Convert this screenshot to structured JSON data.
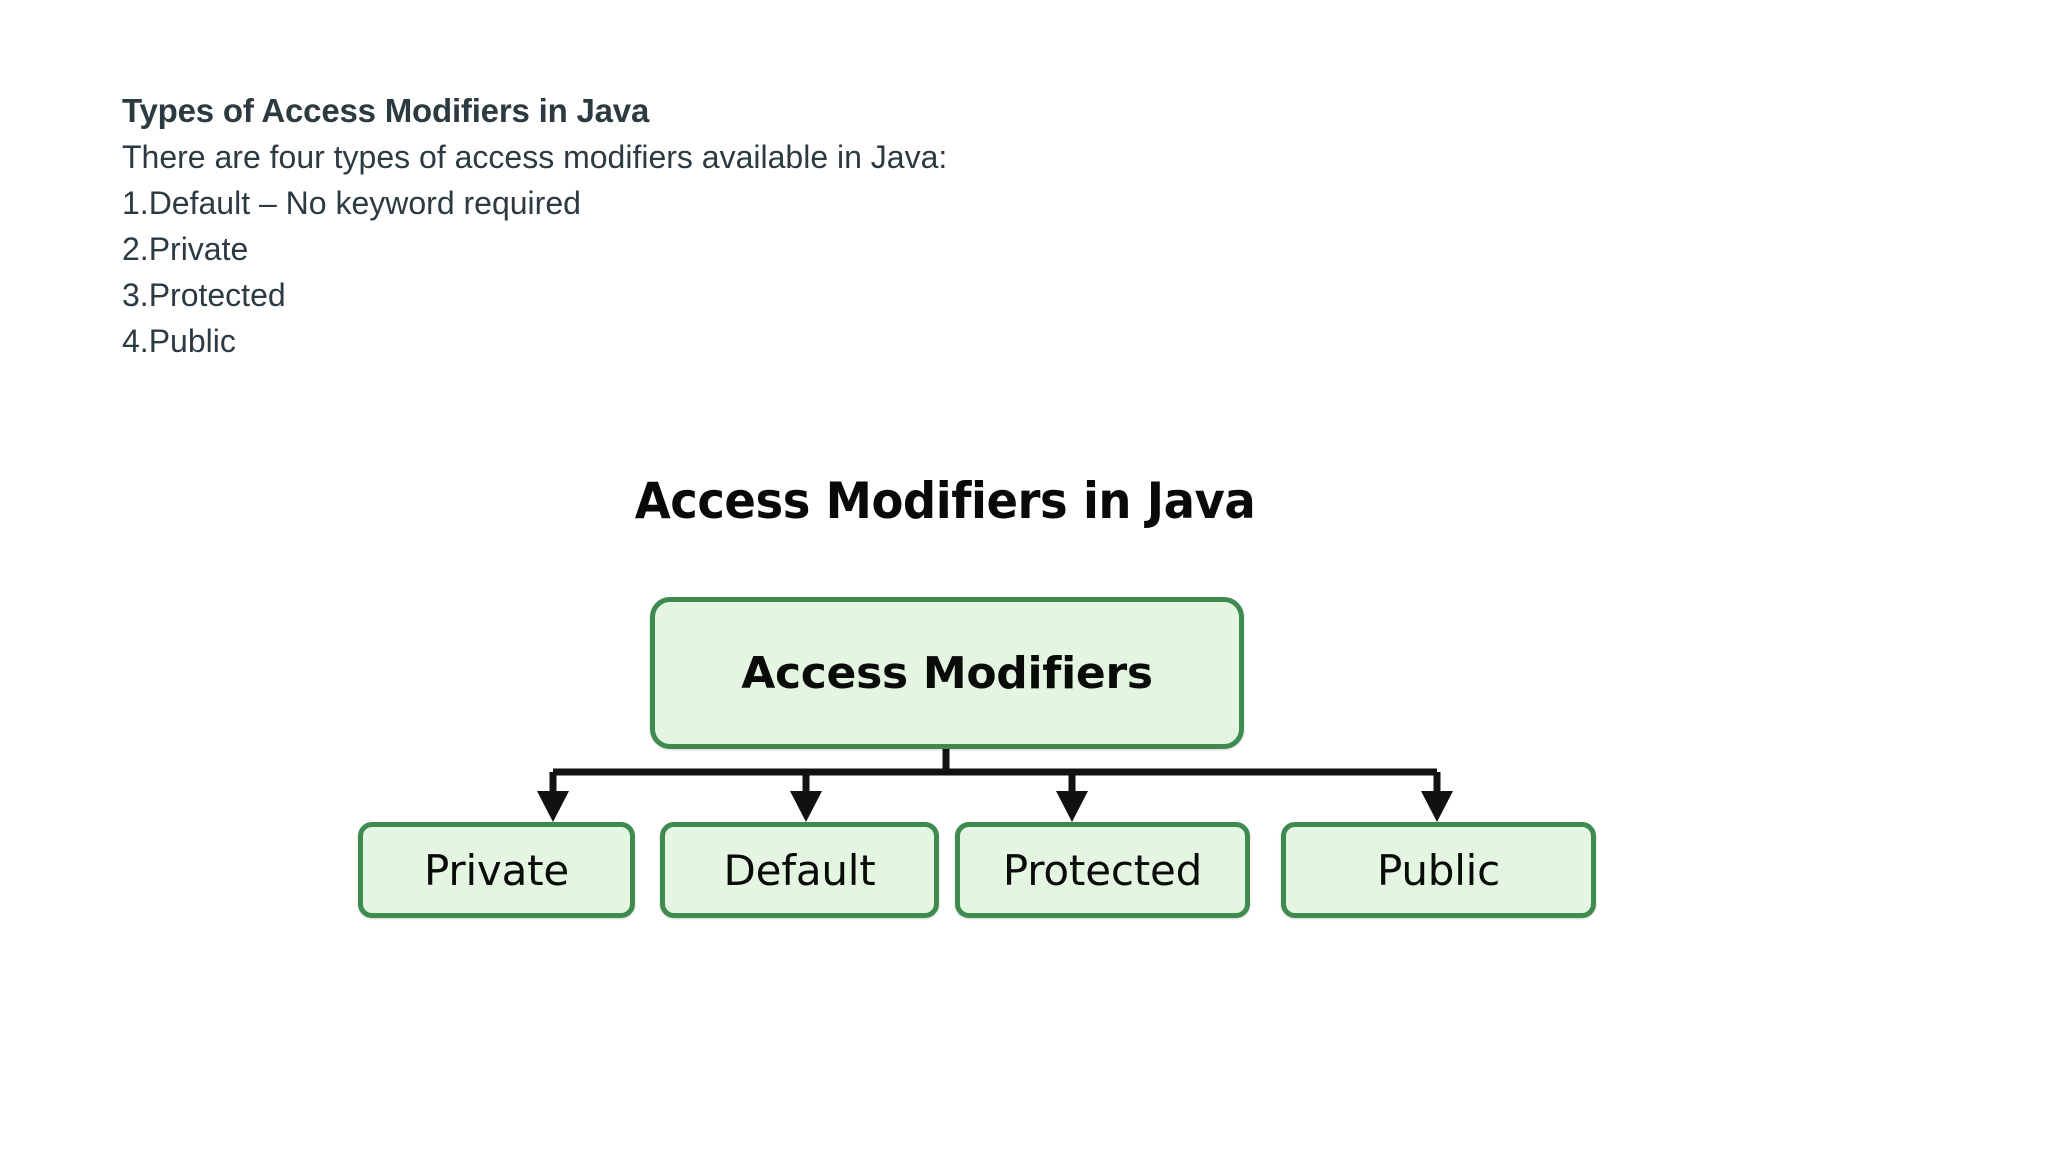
{
  "page": {
    "background": "#ffffff"
  },
  "notes": {
    "heading": "Types of Access Modifiers in Java",
    "intro": "There are four types of access modifiers available in Java:",
    "items": [
      {
        "number": "1.",
        "label": "Default – No keyword required"
      },
      {
        "number": "2.",
        "label": "Private"
      },
      {
        "number": "3.",
        "label": "Protected"
      },
      {
        "number": "4.",
        "label": "Public"
      }
    ]
  },
  "diagram": {
    "title": "Access Modifiers in Java",
    "root": {
      "label": "Access Modifiers"
    },
    "children": [
      {
        "label": "Private"
      },
      {
        "label": "Default"
      },
      {
        "label": "Protected"
      },
      {
        "label": "Public"
      }
    ],
    "colors": {
      "node_fill": "#e4f6e1",
      "node_border": "#3f8b4f",
      "node_text": "#090b09",
      "connector": "#111111",
      "title_text": "#07090a",
      "notes_text": "#2c3a41"
    }
  }
}
